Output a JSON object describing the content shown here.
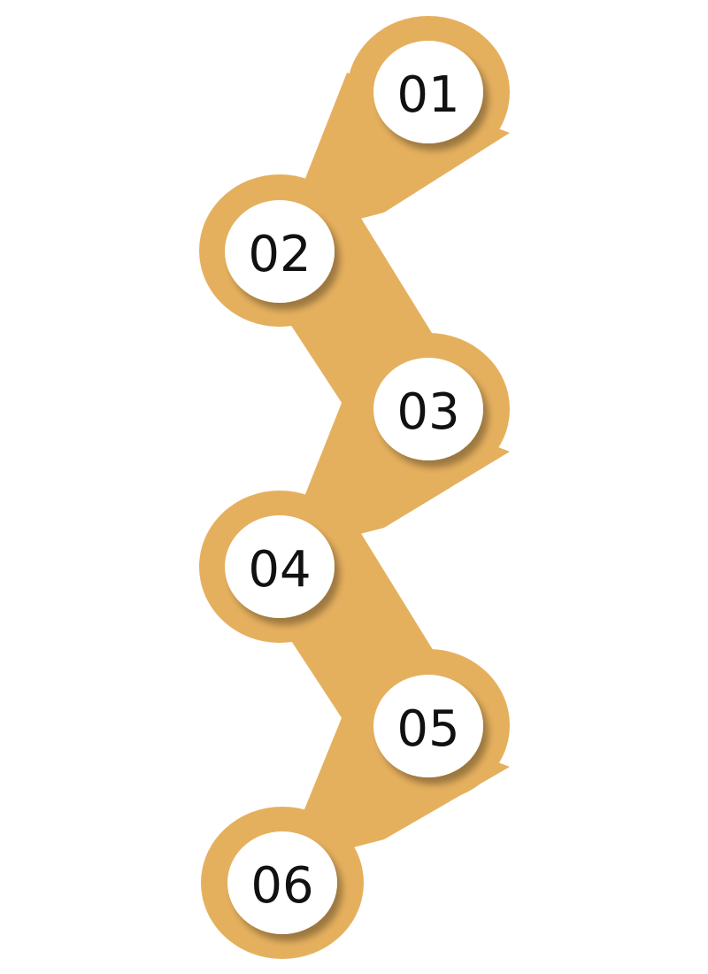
{
  "diagram": {
    "colors": {
      "band": "#E5B05E",
      "disc": "#FFFFFF",
      "label": "#111111",
      "background": "#FFFFFF"
    },
    "steps": [
      {
        "label": "01"
      },
      {
        "label": "02"
      },
      {
        "label": "03"
      },
      {
        "label": "04"
      },
      {
        "label": "05"
      },
      {
        "label": "06"
      }
    ]
  }
}
